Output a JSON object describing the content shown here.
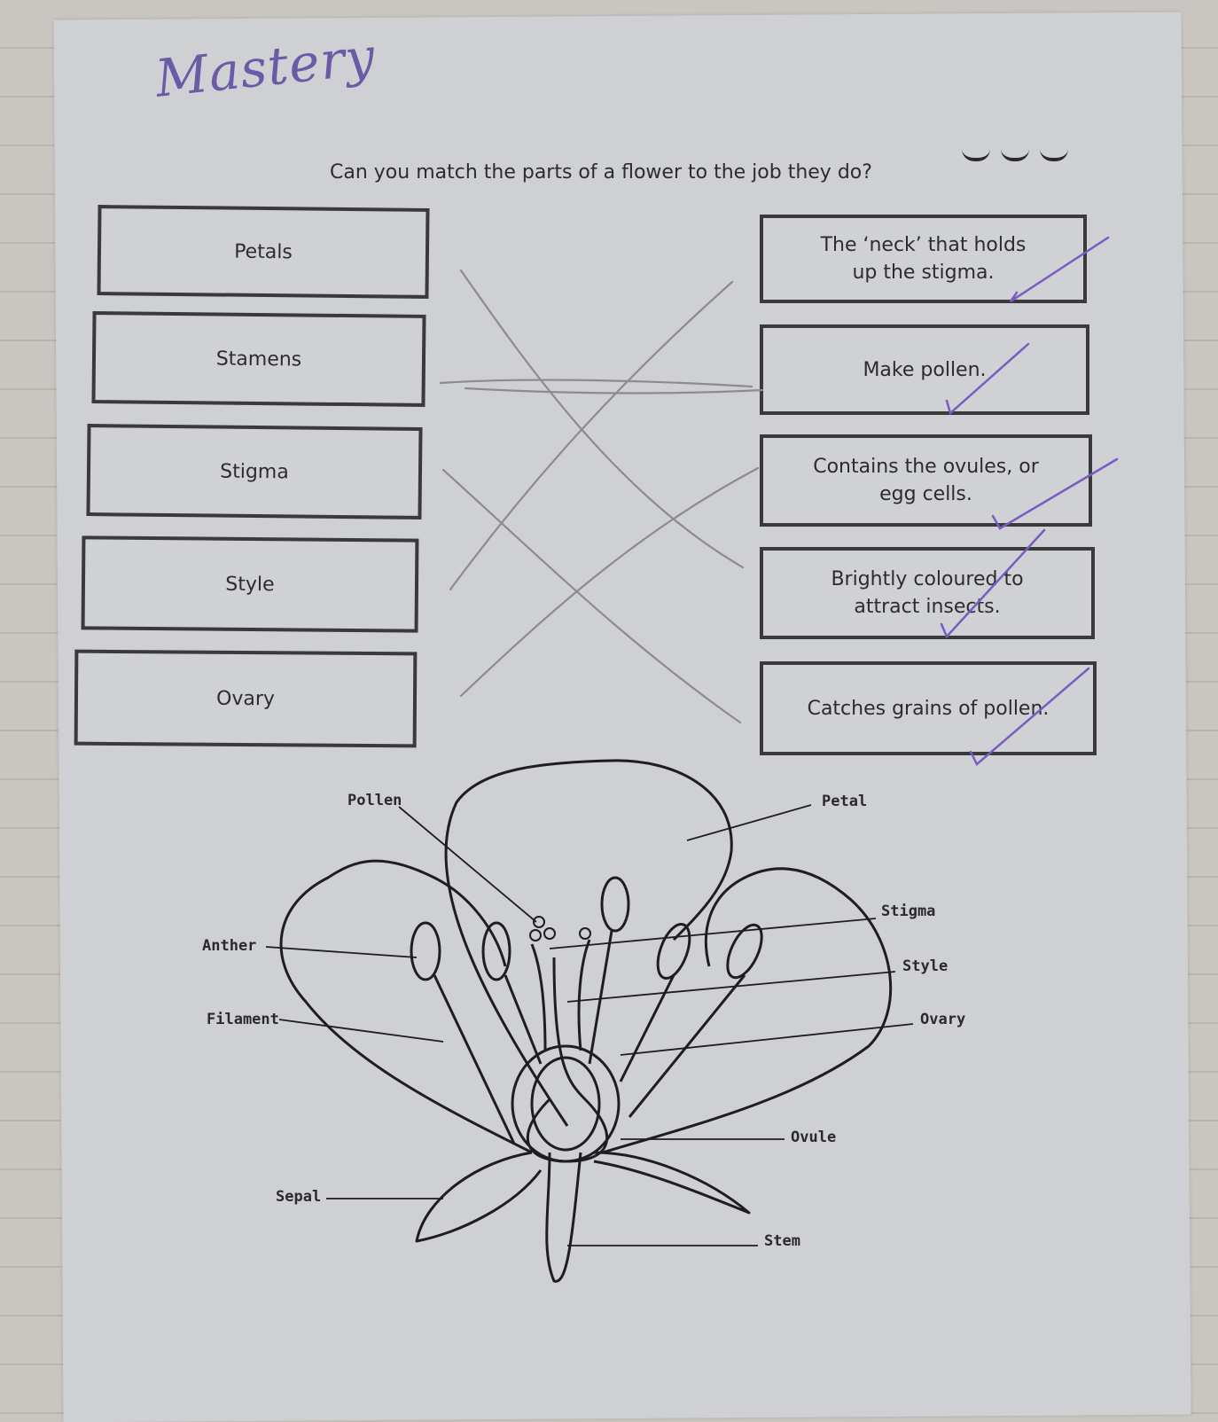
{
  "worksheet": {
    "handwritten_title": "Mastery",
    "question": "Can you match the parts of a flower to the job they do?",
    "self_assessment": [
      "smiley-face",
      "smiley-face",
      "smiley-face"
    ],
    "parts": [
      "Petals",
      "Stamens",
      "Stigma",
      "Style",
      "Ovary"
    ],
    "jobs": [
      "The ‘neck’ that holds up the stigma.",
      "Make pollen.",
      "Contains the ovules, or egg cells.",
      "Brightly coloured to attract insects.",
      "Catches grains of pollen."
    ],
    "matches_drawn": [
      {
        "part": "Petals",
        "job": "Brightly coloured to attract insects."
      },
      {
        "part": "Stamens",
        "job": "Make pollen."
      },
      {
        "part": "Stigma",
        "job": "Catches grains of pollen."
      },
      {
        "part": "Style",
        "job": "The ‘neck’ that holds up the stigma."
      },
      {
        "part": "Ovary",
        "job": "Contains the ovules, or egg cells."
      }
    ],
    "marks": [
      "tick",
      "tick",
      "tick",
      "tick",
      "tick"
    ],
    "colors": {
      "pen": "#7a5cc0",
      "pencil": "#8a8a8a",
      "ink": "#2c2c2c"
    }
  },
  "diagram": {
    "labels": {
      "pollen": "Pollen",
      "petal": "Petal",
      "anther": "Anther",
      "stigma": "Stigma",
      "style": "Style",
      "filament": "Filament",
      "ovary": "Ovary",
      "ovule": "Ovule",
      "sepal": "Sepal",
      "stem": "Stem"
    }
  }
}
